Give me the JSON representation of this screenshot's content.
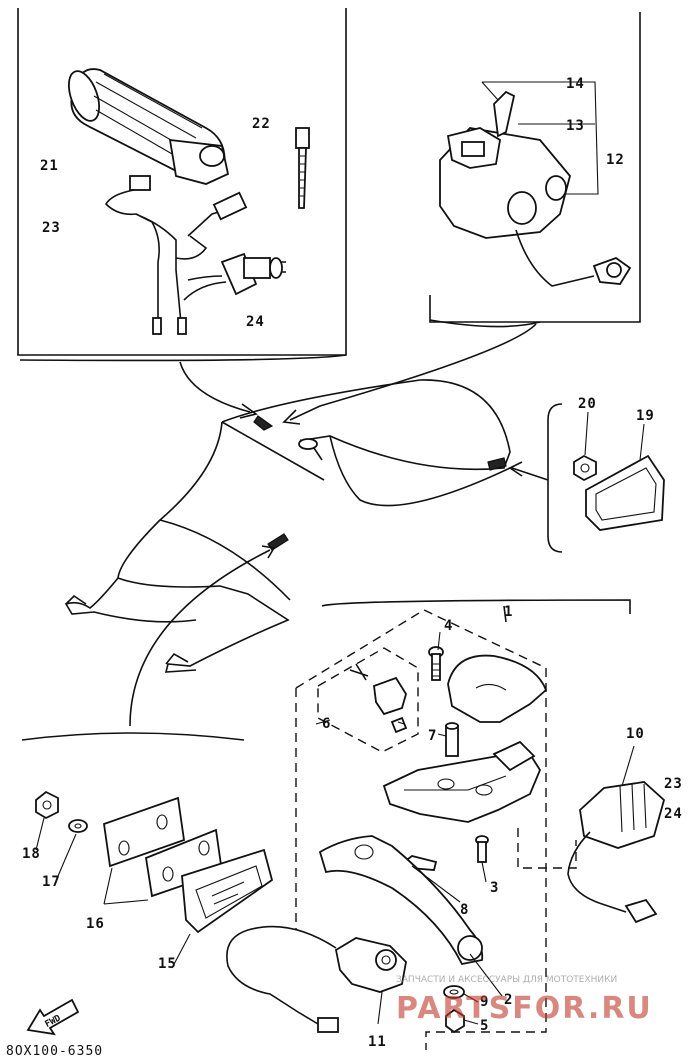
{
  "callouts": {
    "c1": "1",
    "c2": "2",
    "c3": "3",
    "c4": "4",
    "c5": "5",
    "c6": "6",
    "c7": "7",
    "c8": "8",
    "c9": "9",
    "c10": "10",
    "c11": "11",
    "c12": "12",
    "c13": "13",
    "c14": "14",
    "c15": "15",
    "c16": "16",
    "c17": "17",
    "c18": "18",
    "c19": "19",
    "c20": "20",
    "c21": "21",
    "c22": "22",
    "c23": "23",
    "c23b": "23",
    "c24": "24",
    "c24b": "24"
  },
  "diagram_code": "8OX100-6350",
  "fwd_label": "FWD",
  "watermark": {
    "brand": "PARTSFOR.RU",
    "tagline": "ЗАПЧАСТИ И АКСЕССУАРЫ ДЛЯ МОТОТЕХНИКИ"
  },
  "colors": {
    "ink": "#111111",
    "paper": "#ffffff",
    "watermark": "#c0392b"
  }
}
